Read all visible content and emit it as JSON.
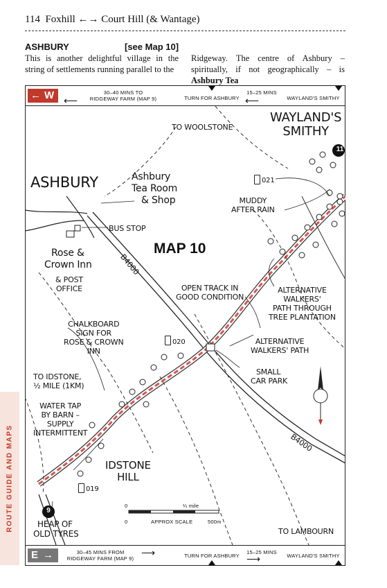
{
  "header": {
    "page_number": "114",
    "title": "Foxhill ←→ Court Hill (& Wantage)"
  },
  "section": {
    "title": "ASHBURY",
    "ref": "[see Map 10]",
    "col1": "This is another delightful village in the string of settlements running parallel to the",
    "col2_prefix": "Ridgeway. The centre of Ashbury – spiritually, if not geographically – is ",
    "col2_bold": "Ashbury Tea"
  },
  "top_bar": {
    "tab": "W",
    "left_time": "30–40 mins to",
    "left_dest": "Ridgeway Farm (Map 9)",
    "turn": "Turn for Ashbury",
    "right_time": "15–25 mins",
    "right_dest": "Wayland's Smithy"
  },
  "bottom_bar": {
    "tab": "E",
    "left_time": "30–45 mins from",
    "left_dest": "Ridgeway Farm (Map 9)",
    "turn": "Turn for Ashbury",
    "right_time": "15–25 mins",
    "right_dest": "Wayland's Smithy"
  },
  "map": {
    "title": "MAP 10",
    "waylands_smithy": [
      "WAYLAND'S",
      "SMITHY"
    ],
    "to_woolstone": "TO WOOLSTONE",
    "ashbury": "ASHBURY",
    "tea_room": [
      "Ashbury",
      "Tea Room",
      "& Shop"
    ],
    "bus_stop": "BUS STOP",
    "rose_crown": [
      "Rose &",
      "Crown Inn"
    ],
    "post_office": [
      "& POST",
      "OFFICE"
    ],
    "road_b4000_a": "B4000",
    "road_b4000_b": "B4000",
    "muddy": [
      "MUDDY",
      "AFTER RAIN"
    ],
    "open_track": [
      "OPEN TRACK IN",
      "GOOD CONDITION"
    ],
    "alt_plantation": [
      "ALTERNATIVE",
      "WALKERS'",
      "PATH THROUGH",
      "TREE PLANTATION"
    ],
    "alt_path": [
      "ALTERNATIVE",
      "WALKERS' PATH"
    ],
    "car_park": [
      "SMALL",
      "CAR PARK"
    ],
    "chalkboard": [
      "CHALKBOARD",
      "SIGN FOR",
      "ROSE & CROWN",
      "INN"
    ],
    "to_idstone": [
      "TO IDSTONE,",
      "½ MILE (1KM)"
    ],
    "water_tap": [
      "WATER TAP",
      "BY BARN –",
      "SUPPLY",
      "INTERMITTENT"
    ],
    "idstone_hill": [
      "IDSTONE",
      "HILL"
    ],
    "heap": [
      "HEAP OF",
      "OLD TYRES"
    ],
    "to_lambourn": "TO LAMBOURN",
    "gps_021": "021",
    "gps_020": "020",
    "gps_019": "019",
    "badge_11": "11",
    "badge_9": "9",
    "scale": {
      "zero_top": "0",
      "quarter_mile": "¼ mile",
      "zero_bottom": "0",
      "approx": "APPROX SCALE",
      "metres": "500m"
    }
  },
  "sidebar": "ROUTE GUIDE AND MAPS",
  "colors": {
    "accent": "#c0392b",
    "track": "#d9534f",
    "grey_tab": "#777777"
  }
}
